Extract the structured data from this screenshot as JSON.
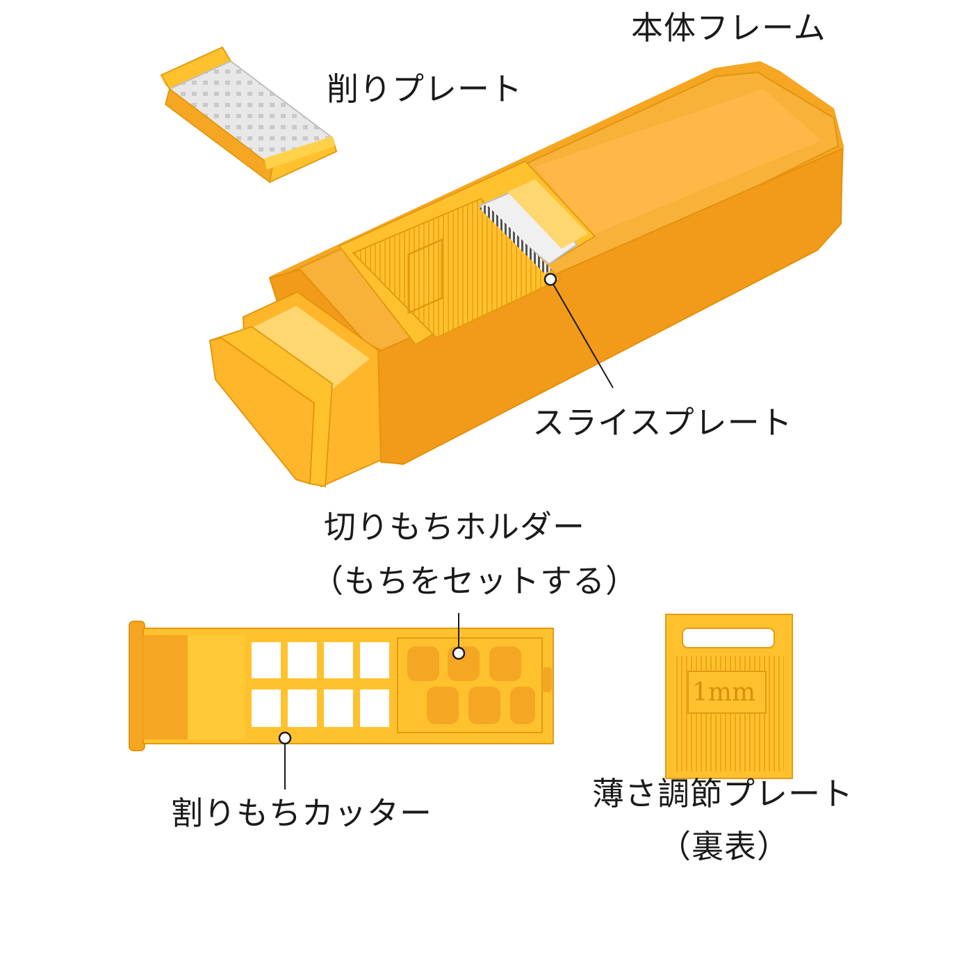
{
  "labels": {
    "main_frame": "本体フレーム",
    "grating_plate": "削りプレート",
    "slice_plate": "スライスプレート",
    "mochi_holder": "切りもちホルダー",
    "mochi_holder_note": "（もちをセットする）",
    "mochi_cutter": "割りもちカッター",
    "thickness_plate": "薄さ調節プレート",
    "thickness_plate_note": "（裏表）"
  },
  "embossed": {
    "thickness": "1mm"
  },
  "colors": {
    "frame_orange": "#F5A623",
    "plate_yellow": "#FFC22E",
    "light_yellow": "#FFD770",
    "metal": "#E4E4E4",
    "text": "#1A1A1A"
  }
}
